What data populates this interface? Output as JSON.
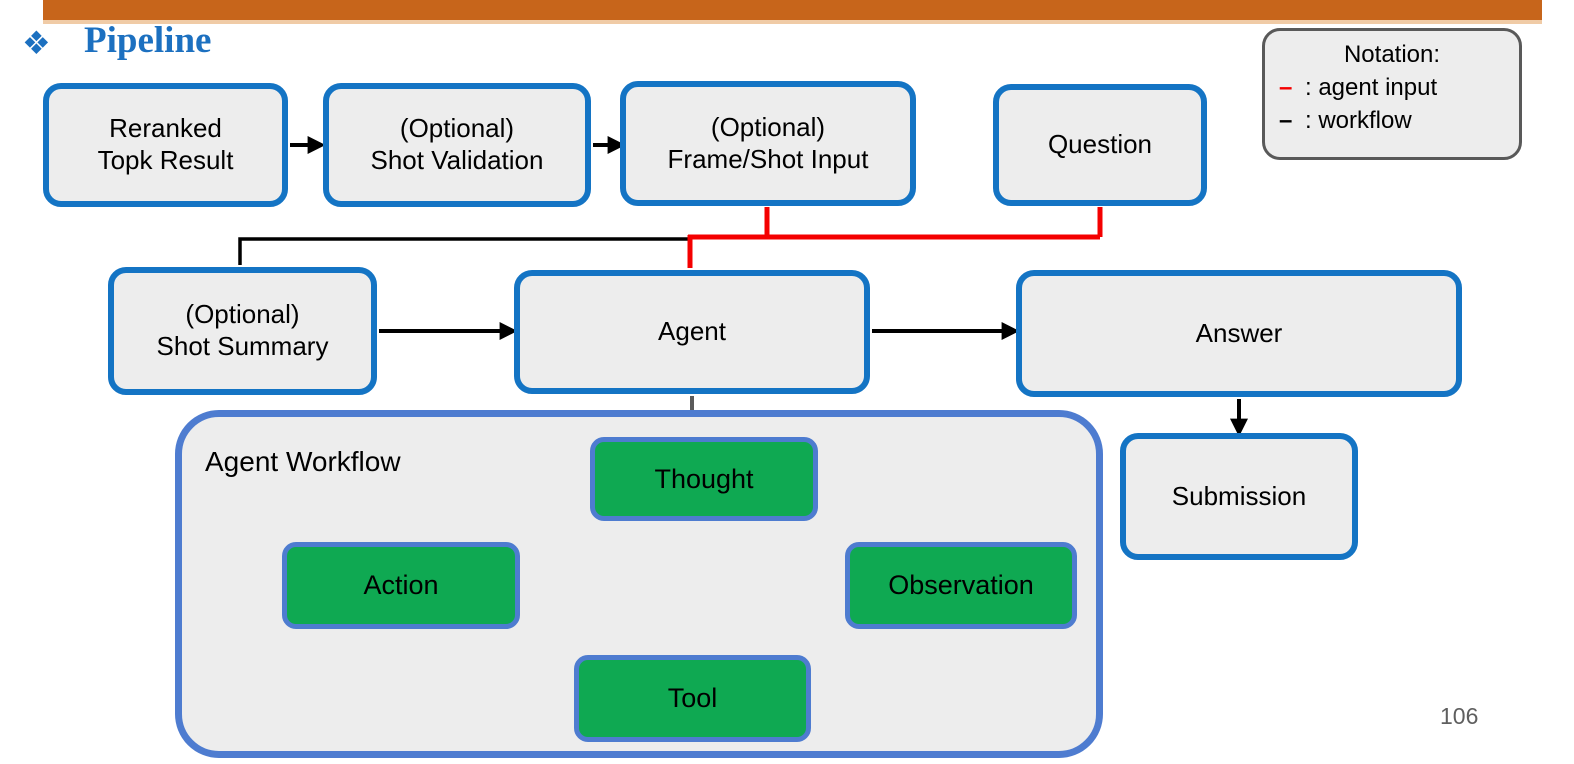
{
  "slide": {
    "title": "Pipeline",
    "bullet_glyph": "❖",
    "page_number": "106"
  },
  "legend": {
    "title": "Notation:",
    "items": [
      {
        "dash": "–",
        "label": ": agent input"
      },
      {
        "dash": "–",
        "label": ": workflow"
      }
    ]
  },
  "pipeline": {
    "nodes": {
      "reranked": {
        "line1": "Reranked",
        "line2": "Topk Result"
      },
      "validation": {
        "line1": "(Optional)",
        "line2": "Shot Validation"
      },
      "frameshot": {
        "line1": "(Optional)",
        "line2": "Frame/Shot Input"
      },
      "question": {
        "label": "Question"
      },
      "summary": {
        "line1": "(Optional)",
        "line2": "Shot Summary"
      },
      "agent": {
        "label": "Agent"
      },
      "answer": {
        "label": "Answer"
      },
      "submission": {
        "label": "Submission"
      }
    }
  },
  "agent_workflow": {
    "label": "Agent Workflow",
    "nodes": {
      "thought": "Thought",
      "action": "Action",
      "tool": "Tool",
      "observation": "Observation"
    }
  },
  "colors": {
    "accent_bar": "#C7651B",
    "accent_bar_light": "#F0CBA6",
    "title_text": "#1C70C0",
    "node_border": "#1474C4",
    "node_fill": "#EDEDED",
    "workflow_border": "#4E7CD0",
    "step_fill": "#0FA952",
    "agent_input_line": "#F40000",
    "workflow_line": "#000000",
    "cycle_arrow": "#5B5B5B"
  }
}
